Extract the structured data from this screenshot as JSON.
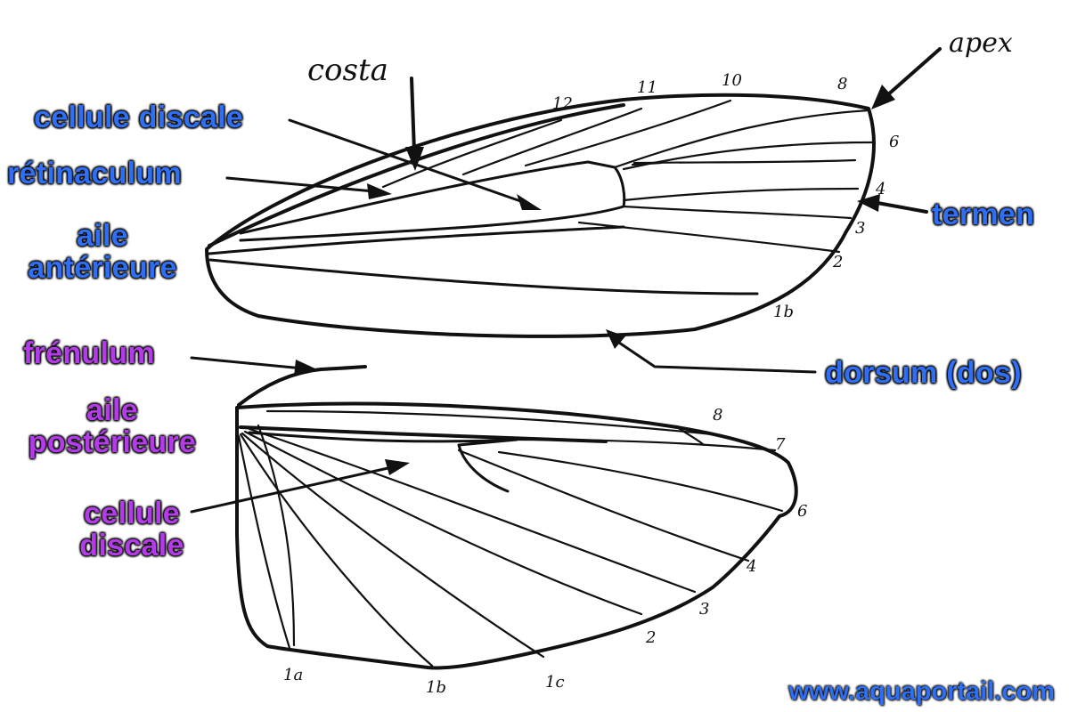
{
  "labels": {
    "cellule_discale_top": "cellule discale",
    "retinaculum": "rétinaculum",
    "aile_anterieure_l1": "aile",
    "aile_anterieure_l2": "antérieure",
    "termen": "termen",
    "frenulum": "frénulum",
    "dorsum": "dorsum (dos)",
    "aile_posterieure_l1": "aile",
    "aile_posterieure_l2": "postérieure",
    "cellule_discale_bottom_l1": "cellule",
    "cellule_discale_bottom_l2": "discale"
  },
  "handwritten": {
    "costa": "costa",
    "apex": "apex"
  },
  "vein_numbers_forewing": {
    "v12": "12",
    "v11": "11",
    "v10": "10",
    "v8": "8",
    "v6": "6",
    "v4": "4",
    "v3": "3",
    "v2": "2",
    "v1b": "1b"
  },
  "vein_numbers_hindwing": {
    "v8": "8",
    "v7": "7",
    "v6": "6",
    "v4": "4",
    "v3": "3",
    "v2": "2",
    "v1a": "1a",
    "v1b": "1b",
    "v1c": "1c"
  },
  "watermark": "www.aquaportail.com",
  "colors": {
    "forewing_label": "#2e6ff5",
    "hindwing_label": "#b43ce8",
    "ink": "#111111"
  }
}
